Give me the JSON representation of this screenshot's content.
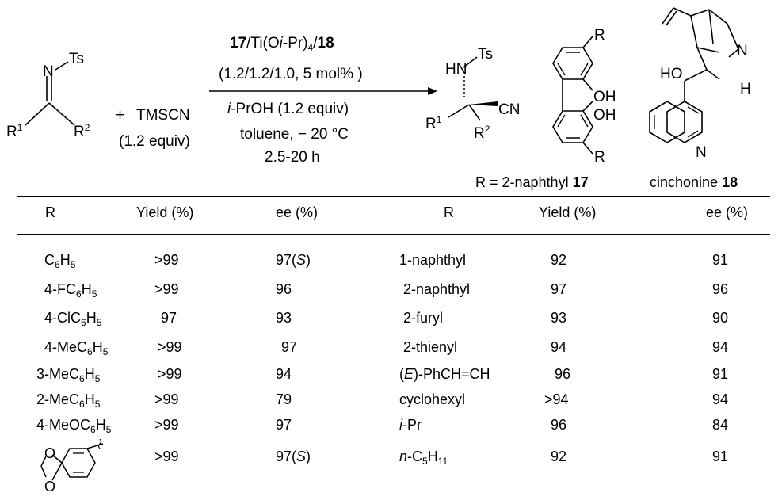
{
  "scheme": {
    "reactant_imine": {
      "N": "N",
      "Ts": "Ts",
      "R1": "R",
      "R1_sup": "1",
      "R2": "R",
      "R2_sup": "2"
    },
    "reagent": {
      "plus": "+",
      "name": "TMSCN",
      "equiv": "(1.2 equiv)"
    },
    "conditions": {
      "line1_a": "17",
      "line1_b": "/Ti(O",
      "line1_c": "i",
      "line1_d": "-Pr)",
      "line1_sub": "4",
      "line1_e": "/",
      "line1_f": "18",
      "line2": "(1.2/1.2/1.0, 5 mol% )",
      "line3_a": "i",
      "line3_b": "-PrOH (1.2 equiv)",
      "line4": "toluene, − 20 °C",
      "line5": "2.5-20 h"
    },
    "product": {
      "HN": "HN",
      "Ts": "Ts",
      "CN": "CN",
      "R1": "R",
      "R1_sup": "1",
      "R2": "R",
      "R2_sup": "2"
    },
    "ligand17": {
      "R_top": "R",
      "OH1": "OH",
      "OH2": "OH",
      "R_bottom": "R",
      "caption_a": "R = 2-naphthyl ",
      "caption_b": "17"
    },
    "ligand18": {
      "HO": "HO",
      "N1": "N",
      "H": "H",
      "N2": "N",
      "caption_a": "cinchonine ",
      "caption_b": "18"
    }
  },
  "table": {
    "headers": [
      "R",
      "Yield (%)",
      "ee (%)",
      "R",
      "Yield (%)",
      "ee (%)"
    ],
    "left": [
      {
        "r": "C",
        "r_sub": "6",
        "r_tail": "H",
        "r_sub2": "5",
        "yield": ">99",
        "ee": "97",
        "ee_note": "S"
      },
      {
        "r": "4-FC",
        "r_sub": "6",
        "r_tail": "H",
        "r_sub2": "5",
        "yield": ">99",
        "ee": "96",
        "ee_note": ""
      },
      {
        "r": "4-ClC",
        "r_sub": "6",
        "r_tail": "H",
        "r_sub2": "5",
        "yield": "97",
        "ee": "93",
        "ee_note": ""
      },
      {
        "r": "4-MeC",
        "r_sub": "6",
        "r_tail": "H",
        "r_sub2": "5",
        "yield": ">99",
        "ee": "97",
        "ee_note": ""
      },
      {
        "r": "3-MeC",
        "r_sub": "6",
        "r_tail": "H",
        "r_sub2": "5",
        "yield": ">99",
        "ee": "94",
        "ee_note": ""
      },
      {
        "r": "2-MeC",
        "r_sub": "6",
        "r_tail": "H",
        "r_sub2": "5",
        "yield": ">99",
        "ee": "79",
        "ee_note": ""
      },
      {
        "r": "4-MeOC",
        "r_sub": "6",
        "r_tail": "H",
        "r_sub2": "5",
        "yield": ">99",
        "ee": "97",
        "ee_note": ""
      },
      {
        "r": "",
        "r_sub": "",
        "r_tail": "",
        "r_sub2": "",
        "yield": ">99",
        "ee": "97",
        "ee_note": "S"
      }
    ],
    "right": [
      {
        "r": "1-naphthyl",
        "yield": "92",
        "ee": "91"
      },
      {
        "r": "2-naphthyl",
        "yield": "97",
        "ee": "96"
      },
      {
        "r": "2-furyl",
        "yield": "93",
        "ee": "90"
      },
      {
        "r": "2-thienyl",
        "yield": "94",
        "ee": "94"
      },
      {
        "r_pre": "(",
        "r_it": "E",
        "r_post": ")-PhCH=CH",
        "yield": "96",
        "ee": "91"
      },
      {
        "r": "cyclohexyl",
        "yield": ">94",
        "ee": "94"
      },
      {
        "r_it": "i",
        "r_post": "-Pr",
        "yield": "96",
        "ee": "84"
      },
      {
        "r_it": "n",
        "r_post": "-C",
        "r_sub": "5",
        "r_tail": "H",
        "r_sub2": "11",
        "yield": "92",
        "ee": "91"
      }
    ]
  }
}
